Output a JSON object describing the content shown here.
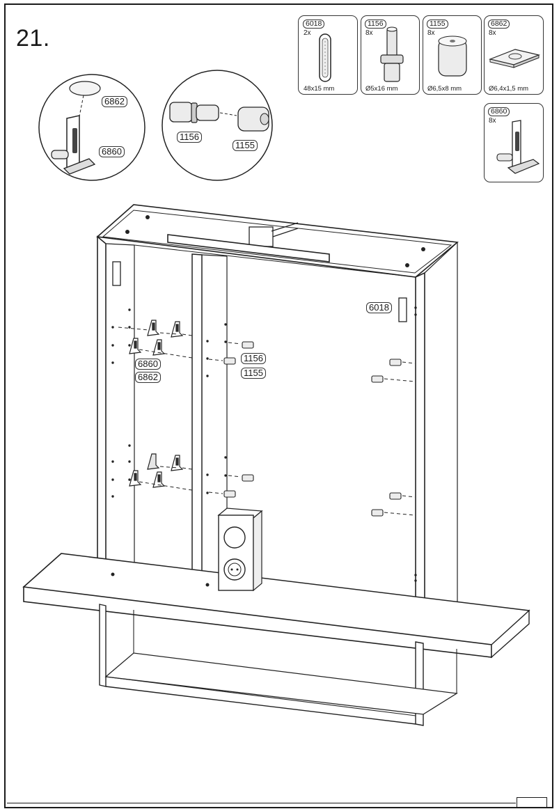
{
  "step_number": "21.",
  "parts": [
    {
      "code": "6018",
      "qty": "2x",
      "size": "48x15 mm",
      "icon": "magnet-catch-icon"
    },
    {
      "code": "1156",
      "qty": "8x",
      "size": "Ø5x16 mm",
      "icon": "shelf-pin-icon"
    },
    {
      "code": "1155",
      "qty": "8x",
      "size": "Ø6,5x8 mm",
      "icon": "pin-sleeve-icon"
    },
    {
      "code": "6862",
      "qty": "8x",
      "size": "Ø6,4x1,5 mm",
      "icon": "pad-icon"
    },
    {
      "code": "6860",
      "qty": "8x",
      "size": "",
      "icon": "shelf-support-icon"
    }
  ],
  "detail_left": {
    "top_label": "6862",
    "bottom_label": "6860"
  },
  "detail_right": {
    "left_label": "1156",
    "right_label": "1155"
  },
  "callouts": {
    "magnet": "6018",
    "support": "6860",
    "pad": "6862",
    "pin": "1156",
    "sleeve": "1155"
  }
}
